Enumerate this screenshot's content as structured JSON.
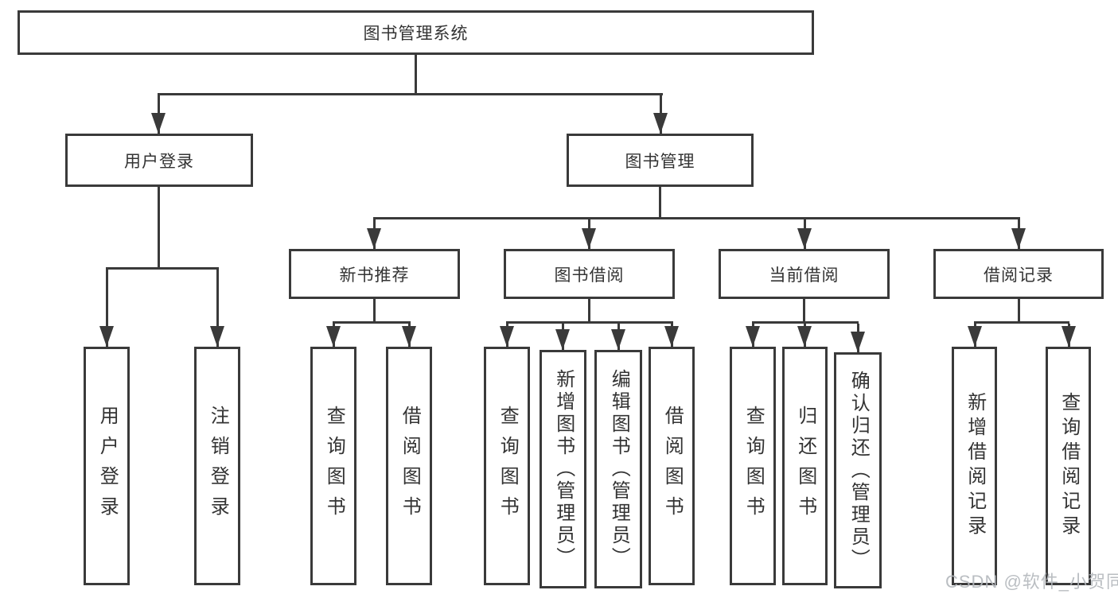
{
  "tree": {
    "root": {
      "label": "图书管理系统"
    },
    "branches": [
      {
        "label": "用户登录",
        "children": [
          {
            "label": "用户登录"
          },
          {
            "label": "注销登录"
          }
        ]
      },
      {
        "label": "图书管理",
        "groups": [
          {
            "label": "新书推荐",
            "children": [
              {
                "label": "查询图书"
              },
              {
                "label": "借阅图书"
              }
            ]
          },
          {
            "label": "图书借阅",
            "children": [
              {
                "label": "查询图书"
              },
              {
                "label": "新增图书（管理员）"
              },
              {
                "label": "编辑图书（管理员）"
              },
              {
                "label": "借阅图书"
              }
            ]
          },
          {
            "label": "当前借阅",
            "children": [
              {
                "label": "查询图书"
              },
              {
                "label": "归还图书"
              },
              {
                "label": "确认归还（管理员）"
              }
            ]
          },
          {
            "label": "借阅记录",
            "children": [
              {
                "label": "新增借阅记录"
              },
              {
                "label": "查询借阅记录"
              }
            ]
          }
        ]
      }
    ]
  },
  "watermark": {
    "text": "CSDN @软件_小贺同学"
  },
  "colors": {
    "line": "#3a3a3a",
    "text": "#333333",
    "background": "#ffffff",
    "watermark": "#b3b7bc"
  }
}
